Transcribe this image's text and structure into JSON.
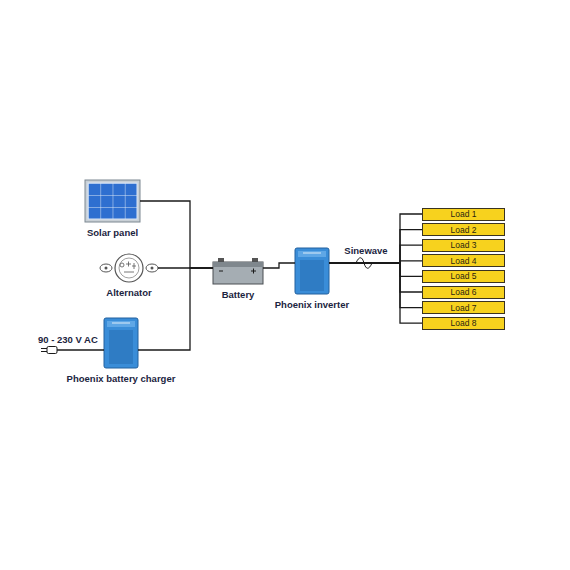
{
  "diagram": {
    "nodes": [
      {
        "text": [
          "Solar panel"
        ]
      },
      {
        "text": [
          "Alternator"
        ]
      },
      {
        "text": [
          "Phoenix battery charger"
        ]
      },
      {
        "text": [
          "Battery"
        ]
      },
      {
        "text": [
          "Phoenix inverter"
        ]
      },
      {
        "text": [
          "Load 1"
        ]
      },
      {
        "text": [
          "Load 2"
        ]
      },
      {
        "text": [
          "Load 3"
        ]
      },
      {
        "text": [
          "Load 4"
        ]
      },
      {
        "text": [
          "Load 5"
        ]
      },
      {
        "text": [
          "Load 6"
        ]
      },
      {
        "text": [
          "Load 7"
        ]
      },
      {
        "text": [
          "Load 8"
        ]
      }
    ],
    "edges": [
      {
        "from": 0,
        "to": 3,
        "arrow": "none"
      },
      {
        "from": 1,
        "to": 3,
        "arrow": "none"
      },
      {
        "from": 2,
        "to": 3,
        "arrow": "none"
      },
      {
        "from": 3,
        "to": 4,
        "arrow": "none"
      },
      {
        "from": 4,
        "to": 5,
        "arrow": "none"
      },
      {
        "from": 4,
        "to": 6,
        "arrow": "none"
      },
      {
        "from": 4,
        "to": 7,
        "arrow": "none"
      },
      {
        "from": 4,
        "to": 8,
        "label": "Sinewave",
        "arrow": "none"
      },
      {
        "from": 4,
        "to": 9,
        "arrow": "none"
      },
      {
        "from": 4,
        "to": 10,
        "arrow": "none"
      },
      {
        "from": 4,
        "to": 11,
        "arrow": "none"
      },
      {
        "from": 4,
        "to": 12,
        "arrow": "none"
      }
    ],
    "labels": [
      "90 - 230 V AC"
    ]
  }
}
